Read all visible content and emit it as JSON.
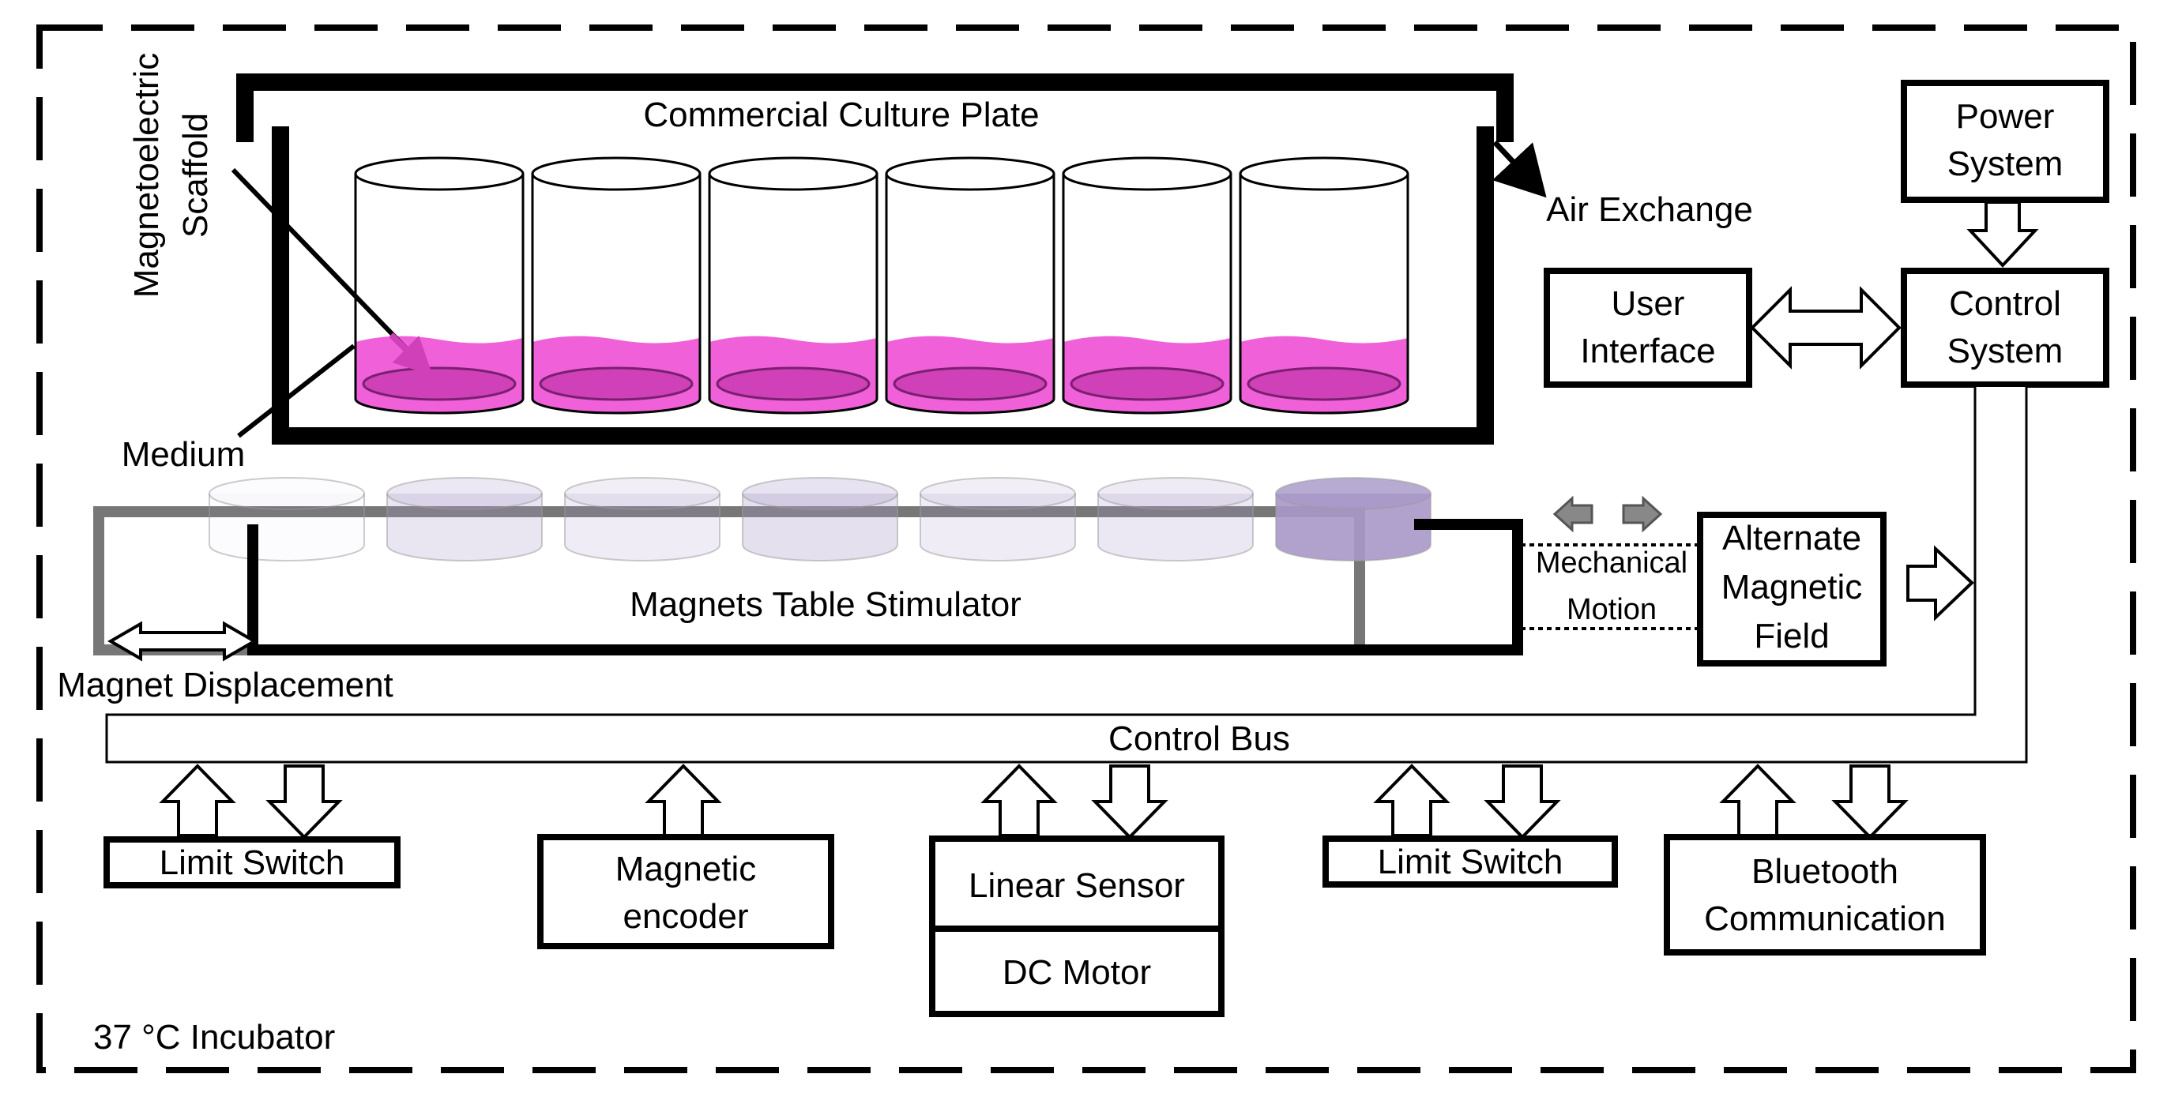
{
  "diagram": {
    "incubator_label": "37 °C Incubator",
    "culture_plate_label": "Commercial Culture Plate",
    "scaffold_label_line1": "Magnetoelectric",
    "scaffold_label_line2": "Scaffold",
    "medium_label": "Medium",
    "air_exchange_label": "Air Exchange",
    "magnets_table_label": "Magnets Table Stimulator",
    "magnet_displacement_label": "Magnet Displacement",
    "mechanical_motion_line1": "Mechanical",
    "mechanical_motion_line2": "Motion",
    "alt_field_line1": "Alternate",
    "alt_field_line2": "Magnetic",
    "alt_field_line3": "Field",
    "power_line1": "Power",
    "power_line2": "System",
    "control_line1": "Control",
    "control_line2": "System",
    "ui_line1": "User",
    "ui_line2": "Interface",
    "control_bus_label": "Control Bus",
    "limit_switch_left": "Limit Switch",
    "limit_switch_right": "Limit Switch",
    "encoder_line1": "Magnetic",
    "encoder_line2": "encoder",
    "linear_sensor_label": "Linear Sensor",
    "dc_motor_label": "DC Motor",
    "bt_line1": "Bluetooth",
    "bt_line2": "Communication"
  },
  "colors": {
    "medium": "#f060d8",
    "scaffold": "#d040b8",
    "magnet": "#a898c8",
    "gray_arrow": "#888888"
  }
}
